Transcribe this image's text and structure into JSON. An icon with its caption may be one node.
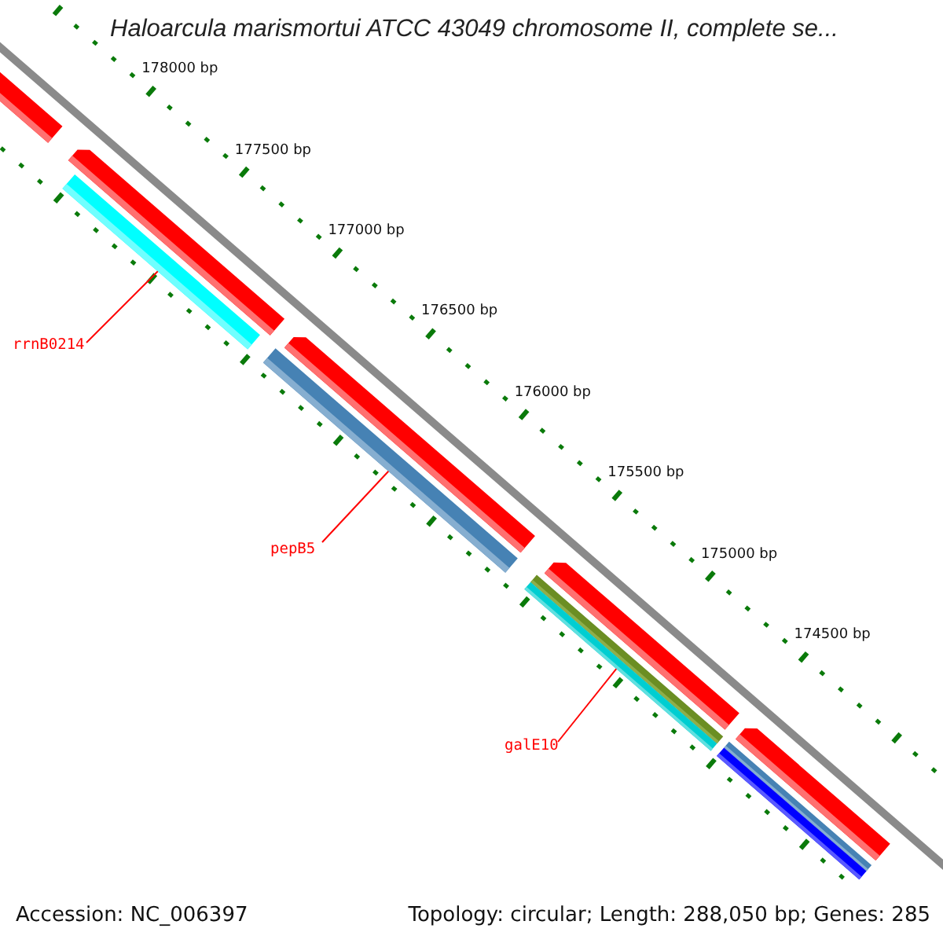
{
  "diagram": {
    "title": "Haloarcula marismortui ATCC 43049 chromosome II, complete se...",
    "nodes": [
      {
        "text": [],
        "shape": "bar"
      },
      {
        "text": [],
        "shape": "bar"
      },
      {
        "text": [],
        "shape": "bar"
      },
      {
        "text": [],
        "shape": "bar"
      },
      {
        "text": [],
        "shape": "bar"
      },
      {
        "text": [],
        "shape": "bar"
      },
      {
        "text": [],
        "shape": "bar"
      },
      {
        "text": [],
        "shape": "bar"
      },
      {
        "text": [],
        "shape": "bar"
      },
      {
        "text": [],
        "shape": "bar"
      },
      {
        "text": [],
        "shape": "bar"
      },
      {
        "text": [
          "rrnB0214"
        ]
      },
      {
        "text": [
          "pepB5"
        ]
      },
      {
        "text": [
          "galE10"
        ]
      }
    ],
    "edges": [
      {
        "from": 11,
        "to": 2,
        "arrow": "none"
      },
      {
        "from": 12,
        "to": 4,
        "arrow": "none"
      },
      {
        "from": 13,
        "to": 7,
        "arrow": "none"
      }
    ],
    "labels": [
      "178000 bp",
      "177500 bp",
      "177000 bp",
      "176500 bp",
      "176000 bp",
      "175500 bp",
      "175000 bp",
      "174500 bp",
      "Accession: NC_006397",
      "Topology: circular; Length: 288,050 bp; Genes: 285"
    ]
  }
}
